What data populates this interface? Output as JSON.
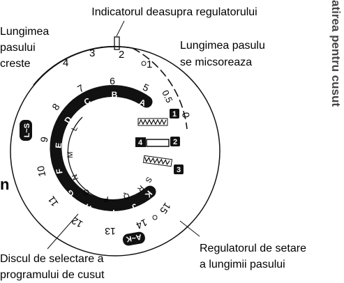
{
  "annotations": {
    "top_indicator": "Indicatorul deasupra regulatorului",
    "length_increase": [
      "Lungimea",
      "pasului",
      "creste"
    ],
    "length_decrease": [
      "Lungimea pasulu",
      "se micsoreaza"
    ],
    "selector_disc": [
      "Discul de selectare a",
      "programului de cusut"
    ],
    "length_dial": [
      "Regulatorul de setare",
      "a lungimii pasului"
    ]
  },
  "side_text": {
    "right_vertical": "atirea pentru cusut",
    "left_cut": "n"
  },
  "dial": {
    "outer_scale": [
      "4",
      "3",
      "2",
      "1",
      "0.5",
      "0"
    ],
    "inner_numbers": [
      "5",
      "6",
      "7",
      "8",
      "9",
      "10",
      "11",
      "12",
      "13",
      "14",
      "15"
    ],
    "inner_letters_top": [
      "A",
      "B",
      "C",
      "D",
      "E",
      "F",
      "G",
      "H"
    ],
    "inner_letters_bottom": [
      "I",
      "J",
      "K"
    ],
    "inner_letters_inner": [
      "N",
      "O",
      "P",
      "Q",
      "R",
      "S"
    ],
    "inner_letters_mid": [
      "L",
      "M"
    ],
    "buttonhole_numbers": [
      "1",
      "2",
      "3",
      "4"
    ],
    "ls_badge": "L~S",
    "ak_badge": "A~K"
  }
}
